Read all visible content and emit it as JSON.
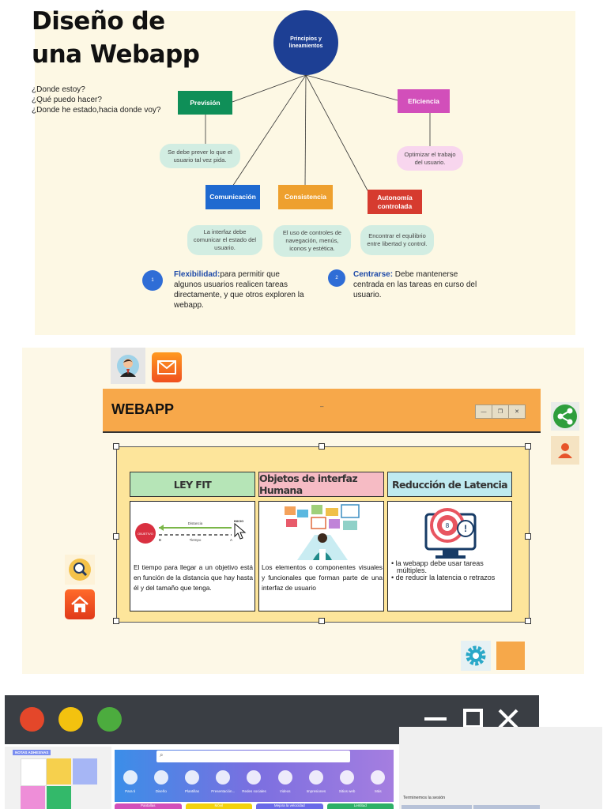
{
  "mindmap": {
    "title_line1": "Diseño de",
    "title_line2": "una Webapp",
    "questions": [
      "¿Donde estoy?",
      "¿Qué puedo hacer?",
      "¿Donde he estado,hacia donde voy?"
    ],
    "center": "Principios y lineamientos",
    "nodes": [
      {
        "label": "Previsión",
        "color": "#0f8f58"
      },
      {
        "label": "Eficiencia",
        "color": "#d24fba"
      },
      {
        "label": "Comunicación",
        "color": "#1f6ad0"
      },
      {
        "label": "Consistencia",
        "color": "#eea02e"
      },
      {
        "label": "Autonomía controlada",
        "color": "#d63b2f"
      }
    ],
    "bubbles": [
      "Se debe prever lo que el usuario tal vez pida.",
      "Optimizar el trabajo del usuario.",
      "La interfaz debe comunicar el estado del usuario.",
      "El uso de controles de navegación, menús, iconos y estética.",
      "Encontrar el equilibrio entre libertad y control."
    ],
    "flex_bullet": "1",
    "flex_label": "Flexibilidad:",
    "flex_text": "para permitir que algunos usuarios realicen tareas directamente, y que otros exploren la webapp.",
    "centrarse_bullet": "2",
    "centrarse_label": "Centrarse:",
    "centrarse_text": " Debe mantenerse centrada en las tareas en curso del usuario."
  },
  "webapp": {
    "title": "WEBAPP",
    "dash": "–",
    "window_buttons": [
      "—",
      "❐",
      "✕"
    ],
    "cards": [
      {
        "header": "LEY FIT",
        "header_color": "#b6e5b7",
        "diagram": {
          "distancia": "Distancia",
          "tiempo": "Tiempo",
          "inicio": "INICIO",
          "objetivo": "OBJETIVO",
          "b": "B",
          "a": "A"
        },
        "text": "El tiempo para llegar a un objetivo está en función de la distancia que hay hasta él y del tamaño que tenga."
      },
      {
        "header": "Objetos de interfaz Humana",
        "header_color": "#f6bbc4",
        "text": "Los elementos o componentes visuales y funcionales que forman parte de una interfaz de usuario"
      },
      {
        "header": "Reducción de Latencia",
        "header_color": "#bfeaf0",
        "bullets": [
          "la webapp debe usar tareas múltiples.",
          "de reducir la latencia o retrazos"
        ]
      }
    ]
  },
  "browser": {
    "sidebar_label": "NOTAS ADHESIVAS",
    "nav_items": [
      "Para ti",
      "Diseño",
      "Plantillas",
      "Presentación...",
      "Redes sociales",
      "Videos",
      "Impresiones",
      "Sitios web",
      "Más"
    ],
    "tabs": [
      {
        "label": "Pantallas",
        "color": "#d24fba"
      },
      {
        "label": "Móvil",
        "color": "#f3d20e"
      },
      {
        "label": "Mejora la velocidad",
        "color": "#6a6ae8"
      },
      {
        "label": "Lentitud",
        "color": "#2eb067"
      }
    ],
    "session_text": "Terminemos la sesión"
  }
}
